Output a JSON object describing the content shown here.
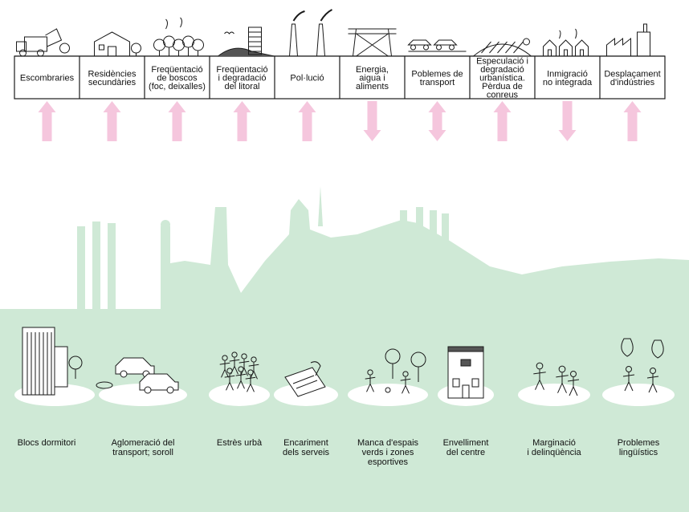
{
  "colors": {
    "arrow_pink": "#f5c6dd",
    "background_green": "#cfe9d6",
    "silhouette_green": "#cfe9d6",
    "line": "#1a1a1a"
  },
  "top_cells": [
    {
      "label": [
        "Escombraries"
      ],
      "icon": "garbage-truck-icon",
      "arrow": "up"
    },
    {
      "label": [
        "Residències",
        "secundàries"
      ],
      "icon": "house-icon",
      "arrow": "up"
    },
    {
      "label": [
        "Freqüentació",
        "de boscos",
        "(foc, deixalles)"
      ],
      "icon": "forest-icon",
      "arrow": "up"
    },
    {
      "label": [
        "Freqüentació",
        "i degradació",
        "del litoral"
      ],
      "icon": "coastal-building-icon",
      "arrow": "up"
    },
    {
      "label": [
        "Pol·lució"
      ],
      "icon": "smokestack-icon",
      "arrow": "up"
    },
    {
      "label": [
        "Energia,",
        "aigua i",
        "aliments"
      ],
      "icon": "power-line-icon",
      "arrow": "down"
    },
    {
      "label": [
        "Poblemes de",
        "transport"
      ],
      "icon": "cars-icon",
      "arrow": "both"
    },
    {
      "label": [
        "Especulació i",
        "degradació",
        "urbanística.",
        "Pèrdua de",
        "conreus"
      ],
      "icon": "fields-icon",
      "arrow": "up"
    },
    {
      "label": [
        "Inmigració",
        "no integrada"
      ],
      "icon": "small-houses-icon",
      "arrow": "down"
    },
    {
      "label": [
        "Desplaçament",
        "d'indústries"
      ],
      "icon": "factory-icon",
      "arrow": "up"
    }
  ],
  "bottom_items": [
    {
      "label": [
        "Blocs dormitori"
      ],
      "icon": "tower-blocks-icon"
    },
    {
      "label": [
        "Aglomeració del",
        "transport; soroll"
      ],
      "icon": "traffic-cars-icon"
    },
    {
      "label": [
        "Estrès urbà"
      ],
      "icon": "crowd-icon"
    },
    {
      "label": [
        "Encariment",
        "dels serveis"
      ],
      "icon": "payment-card-icon"
    },
    {
      "label": [
        "Manca d'espais",
        "verds i zones",
        "esportives"
      ],
      "icon": "playing-children-icon"
    },
    {
      "label": [
        "Envelliment",
        "del centre"
      ],
      "icon": "old-building-icon"
    },
    {
      "label": [
        "Marginació",
        "i delinqüència"
      ],
      "icon": "fighting-figures-icon"
    },
    {
      "label": [
        "Problemes",
        "lingüístics"
      ],
      "icon": "talking-figures-icon"
    }
  ]
}
